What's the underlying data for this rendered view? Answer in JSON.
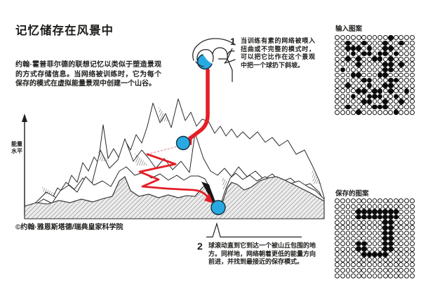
{
  "title": "记忆储存在风景中",
  "intro": "约翰·霍普菲尔德的联想记忆以类似于塑造景观的方式存储信息。当网络被训练时，它为每个保存的模式在虚拟能量景观中创建一个山谷。",
  "annotations": {
    "step1": {
      "number": "1",
      "text": "当训练有素的网络被喂入扭曲或不完整的模式时，可以把它比作在这个景观中把一个球扔下斜坡。"
    },
    "step2": {
      "number": "2",
      "text": "球滚动直到它到达一个被山丘包围的地方。同样地，网络朝着更低的能量方向前进，并找到最接近的保存模式。"
    }
  },
  "axis": {
    "label_line1": "能量",
    "label_line2": "水平"
  },
  "credit": "©约翰·雅恩斯塔德/瑞典皇家科学院",
  "patterns": {
    "input": {
      "label": "输入图案",
      "grid": [
        "000000000010000",
        "001001000100100",
        "001110100110000",
        "000101101101000",
        "001010011010000",
        "000010000110100",
        "010000000110000",
        "000110001100000",
        "000001100011000",
        "001000100110000",
        "000011011010010",
        "000100111001000",
        "000001100100100",
        "001000011100000",
        "000010000001000"
      ]
    },
    "saved": {
      "label": "保存的图案",
      "grid": [
        "000000000000000",
        "000000000000000",
        "000011111111000",
        "000011111111000",
        "000000000110000",
        "000000000110000",
        "000000000110000",
        "000000000110000",
        "000011000110000",
        "000011000110000",
        "000001111100000",
        "000000000000000",
        "000000000000000",
        "000000000000000",
        "000000000000000"
      ]
    }
  },
  "colors": {
    "ball_blue": "#29a9e1",
    "path_red": "#e41e26",
    "ink": "#1d1d1b"
  }
}
